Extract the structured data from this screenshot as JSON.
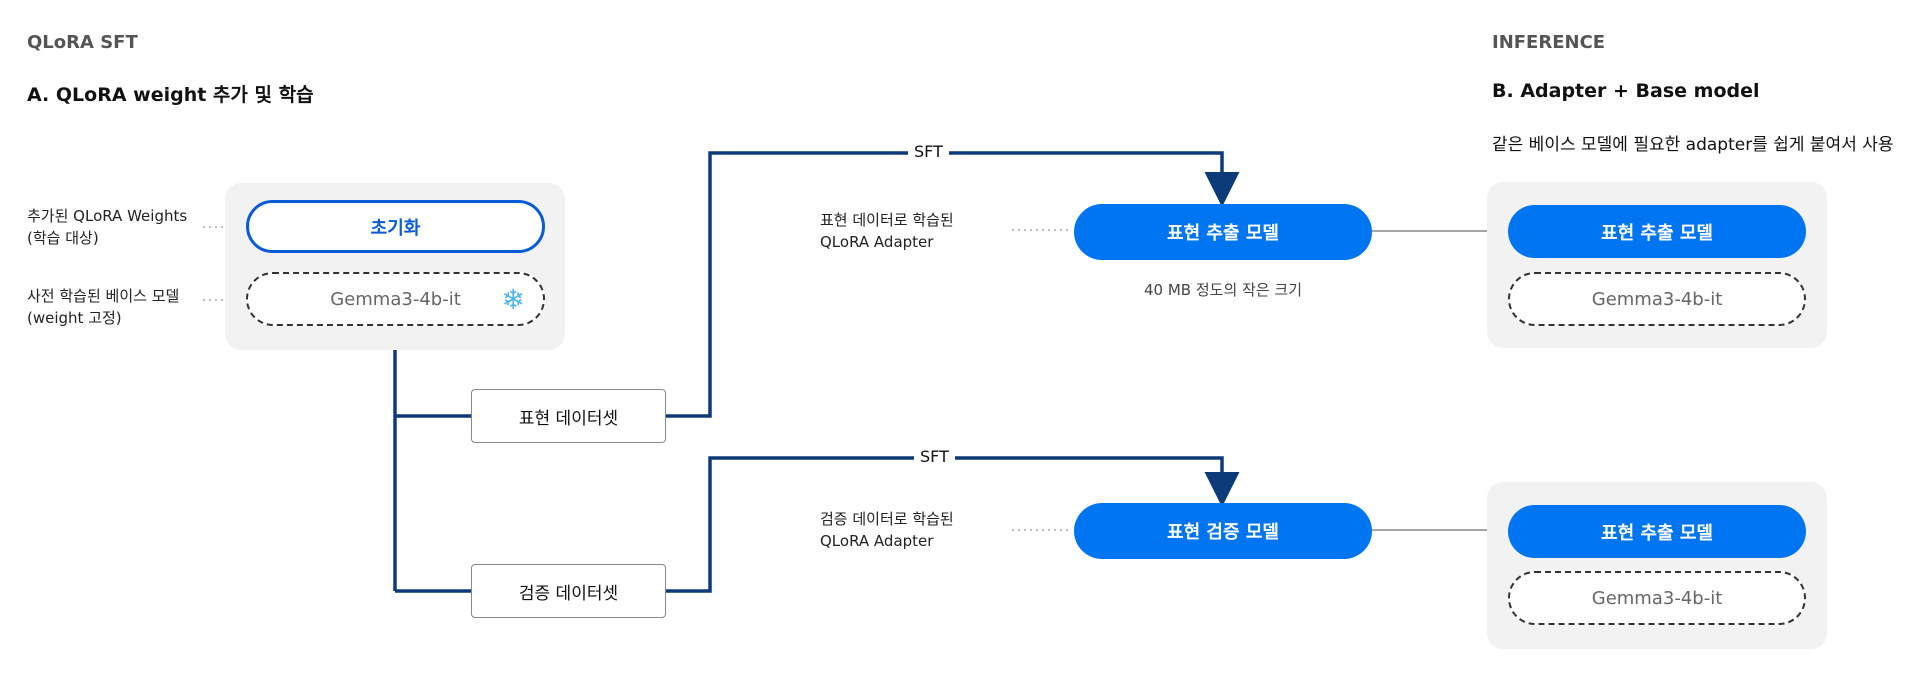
{
  "left": {
    "section": "QLoRA SFT",
    "heading": "A. QLoRA weight 추가 및 학습",
    "labels": {
      "qlora_line1": "추가된 QLoRA Weights",
      "qlora_line2": "(학습 대상)",
      "base_line1": "사전 학습된 베이스 모델",
      "base_line2": "(weight 고정)"
    },
    "init_pill": "초기화",
    "base_pill": "Gemma3-4b-it",
    "frozen_icon": "snowflake-icon",
    "datasets": [
      "표현 데이터셋",
      "검증 데이터셋"
    ]
  },
  "middle": {
    "sft_label": "SFT",
    "adapters": [
      {
        "label_line1": "표현 데이터로 학습된",
        "label_line2": "QLoRA Adapter",
        "model": "표현 추출 모델",
        "note": "40 MB 정도의 작은 크기"
      },
      {
        "label_line1": "검증 데이터로 학습된",
        "label_line2": "QLoRA Adapter",
        "model": "표현 검증 모델"
      }
    ]
  },
  "right": {
    "section": "INFERENCE",
    "heading": "B. Adapter + Base model",
    "description": "같은 베이스 모델에 필요한 adapter를 쉽게 붙여서 사용",
    "panels": [
      {
        "adapter": "표현 추출 모델",
        "base": "Gemma3-4b-it"
      },
      {
        "adapter": "표현 추출 모델",
        "base": "Gemma3-4b-it"
      }
    ]
  },
  "colors": {
    "primary_blue": "#0075f2",
    "outline_blue": "#0a5bd6",
    "connector_navy": "#0d3b7a",
    "panel_gray": "#f2f2f2",
    "arrow_gray": "#888888"
  }
}
